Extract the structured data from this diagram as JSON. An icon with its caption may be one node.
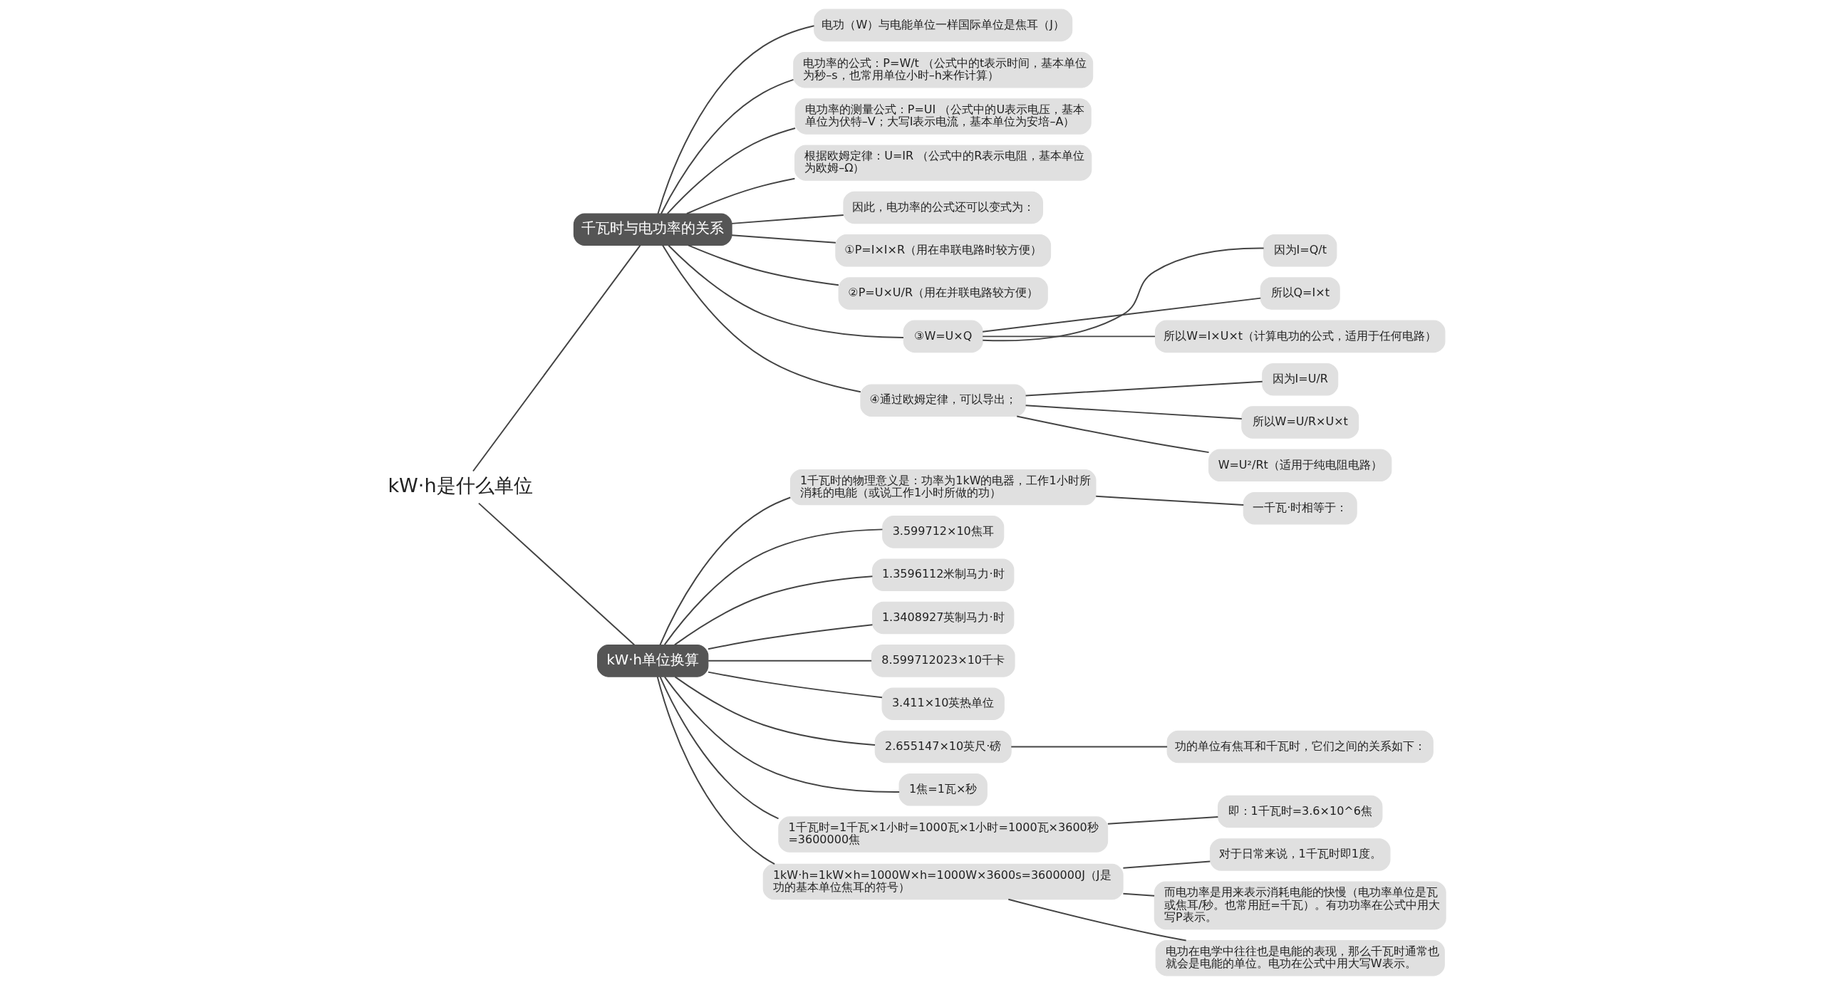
{
  "diagram": {
    "nodes": [
      {
        "text": [
          "kW·h是什么单位"
        ]
      },
      {
        "text": [
          "千瓦时与电功率的关系"
        ]
      },
      {
        "text": [
          "电功（W）与电能单位一样国际单位是焦耳（J）"
        ]
      },
      {
        "text": [
          "电功率的公式：P=W/t （公式中的t表示时间，基本单位为秒–s，也常用单位小时–h来作计算）"
        ]
      },
      {
        "text": [
          "电功率的测量公式：P=UI （公式中的U表示电压，基本单位为伏特–V；大写I表示电流，基本单位为安培–A）"
        ]
      },
      {
        "text": [
          "根据欧姆定律：U=IR （公式中的R表示电阻，基本单位为欧姆–Ω）"
        ]
      },
      {
        "text": [
          "因此，电功率的公式还可以变式为："
        ]
      },
      {
        "text": [
          "①P=I×I×R（用在串联电路时较方便）"
        ]
      },
      {
        "text": [
          "②P=U×U/R（用在并联电路较方便）"
        ]
      },
      {
        "text": [
          "③W=U×Q"
        ]
      },
      {
        "text": [
          "因为I=Q/t"
        ]
      },
      {
        "text": [
          "所以Q=I×t"
        ]
      },
      {
        "text": [
          "所以W=I×U×t（计算电功的公式，适用于任何电路）"
        ]
      },
      {
        "text": [
          "④通过欧姆定律，可以导出；"
        ]
      },
      {
        "text": [
          "因为I=U/R"
        ]
      },
      {
        "text": [
          "所以W=U/R×U×t"
        ]
      },
      {
        "text": [
          "W=U²/Rt（适用于纯电阻电路）"
        ]
      },
      {
        "text": [
          "kW·h单位换算"
        ]
      },
      {
        "text": [
          "1千瓦时的物理意义是：功率为1kW的电器，工作1小时所消耗的电能（或说工作1小时所做的功）"
        ]
      },
      {
        "text": [
          "一千瓦·时相等于："
        ]
      },
      {
        "text": [
          "3.599712×10焦耳"
        ]
      },
      {
        "text": [
          "1.3596112米制马力·时"
        ]
      },
      {
        "text": [
          "1.3408927英制马力·时"
        ]
      },
      {
        "text": [
          "8.599712023×10千卡"
        ]
      },
      {
        "text": [
          "3.411×10英热单位"
        ]
      },
      {
        "text": [
          "2.655147×10英尺·磅"
        ]
      },
      {
        "text": [
          "功的单位有焦耳和千瓦时，它们之间的关系如下："
        ]
      },
      {
        "text": [
          "1焦=1瓦×秒"
        ]
      },
      {
        "text": [
          "1千瓦时=1千瓦×1小时=1000瓦×1小时=1000瓦×3600秒=3600000焦"
        ]
      },
      {
        "text": [
          "即：1千瓦时=3.6×10^6焦"
        ]
      },
      {
        "text": [
          "1kW·h=1kW×h=1000W×h=1000W×3600s=3600000J（J是功的基本单位焦耳的符号）"
        ]
      },
      {
        "text": [
          "对于日常来说，1千瓦时即1度。"
        ]
      },
      {
        "text": [
          "而电功率是用来表示消耗电能的快慢（电功率单位是瓦或焦耳/秒。也常用瓩=千瓦）。有功功率在公式中用大写P表示。"
        ]
      },
      {
        "text": [
          "电功在电学中往往也是电能的表现，那么千瓦时通常也就会是电能的单位。电功在公式中用大写W表示。"
        ]
      }
    ],
    "edges": [
      {
        "from": 0,
        "to": 1,
        "arrow": "none"
      },
      {
        "from": 1,
        "to": 2,
        "arrow": "none"
      },
      {
        "from": 1,
        "to": 3,
        "arrow": "none"
      },
      {
        "from": 1,
        "to": 4,
        "arrow": "none"
      },
      {
        "from": 1,
        "to": 5,
        "arrow": "none"
      },
      {
        "from": 1,
        "to": 6,
        "arrow": "none"
      },
      {
        "from": 1,
        "to": 7,
        "arrow": "none"
      },
      {
        "from": 1,
        "to": 8,
        "arrow": "none"
      },
      {
        "from": 1,
        "to": 9,
        "arrow": "none"
      },
      {
        "from": 9,
        "to": 10,
        "arrow": "none"
      },
      {
        "from": 9,
        "to": 11,
        "arrow": "none"
      },
      {
        "from": 9,
        "to": 12,
        "arrow": "none"
      },
      {
        "from": 1,
        "to": 13,
        "arrow": "none"
      },
      {
        "from": 13,
        "to": 14,
        "arrow": "none"
      },
      {
        "from": 13,
        "to": 15,
        "arrow": "none"
      },
      {
        "from": 13,
        "to": 16,
        "arrow": "none"
      },
      {
        "from": 0,
        "to": 17,
        "arrow": "none"
      },
      {
        "from": 17,
        "to": 18,
        "arrow": "none"
      },
      {
        "from": 18,
        "to": 19,
        "arrow": "none"
      },
      {
        "from": 17,
        "to": 20,
        "arrow": "none"
      },
      {
        "from": 17,
        "to": 21,
        "arrow": "none"
      },
      {
        "from": 17,
        "to": 22,
        "arrow": "none"
      },
      {
        "from": 17,
        "to": 23,
        "arrow": "none"
      },
      {
        "from": 17,
        "to": 24,
        "arrow": "none"
      },
      {
        "from": 17,
        "to": 25,
        "arrow": "none"
      },
      {
        "from": 25,
        "to": 26,
        "arrow": "none"
      },
      {
        "from": 17,
        "to": 27,
        "arrow": "none"
      },
      {
        "from": 17,
        "to": 28,
        "arrow": "none"
      },
      {
        "from": 28,
        "to": 29,
        "arrow": "none"
      },
      {
        "from": 17,
        "to": 30,
        "arrow": "none"
      },
      {
        "from": 30,
        "to": 31,
        "arrow": "none"
      },
      {
        "from": 30,
        "to": 32,
        "arrow": "none"
      },
      {
        "from": 30,
        "to": 33,
        "arrow": "none"
      }
    ]
  }
}
